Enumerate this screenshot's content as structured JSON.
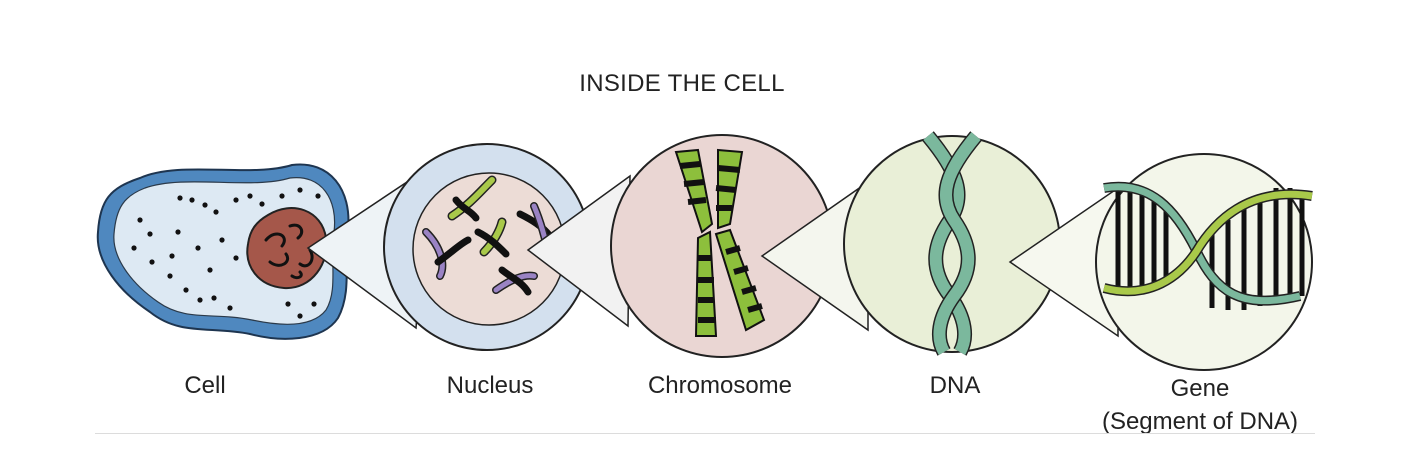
{
  "title": "INSIDE THE CELL",
  "labels": {
    "cell": "Cell",
    "nucleus": "Nucleus",
    "chromosome": "Chromosome",
    "dna": "DNA",
    "gene_line1": "Gene",
    "gene_line2": "(Segment of DNA)"
  },
  "colors": {
    "cell_membrane": "#4f88bf",
    "cytoplasm": "#dde9f3",
    "cell_nucleus": "#a5574a",
    "nucleus_ring": "#d3e0ee",
    "nucleus_fill": "#ecdcd6",
    "chromosome_bg": "#ead6d3",
    "chromosome_green": "#8dbf3c",
    "dna_bg": "#e9efd7",
    "dna_strand": "#7bb89d",
    "gene_bg": "#f3f6ea",
    "purple": "#9a83c4",
    "lime": "#a9c94a"
  }
}
